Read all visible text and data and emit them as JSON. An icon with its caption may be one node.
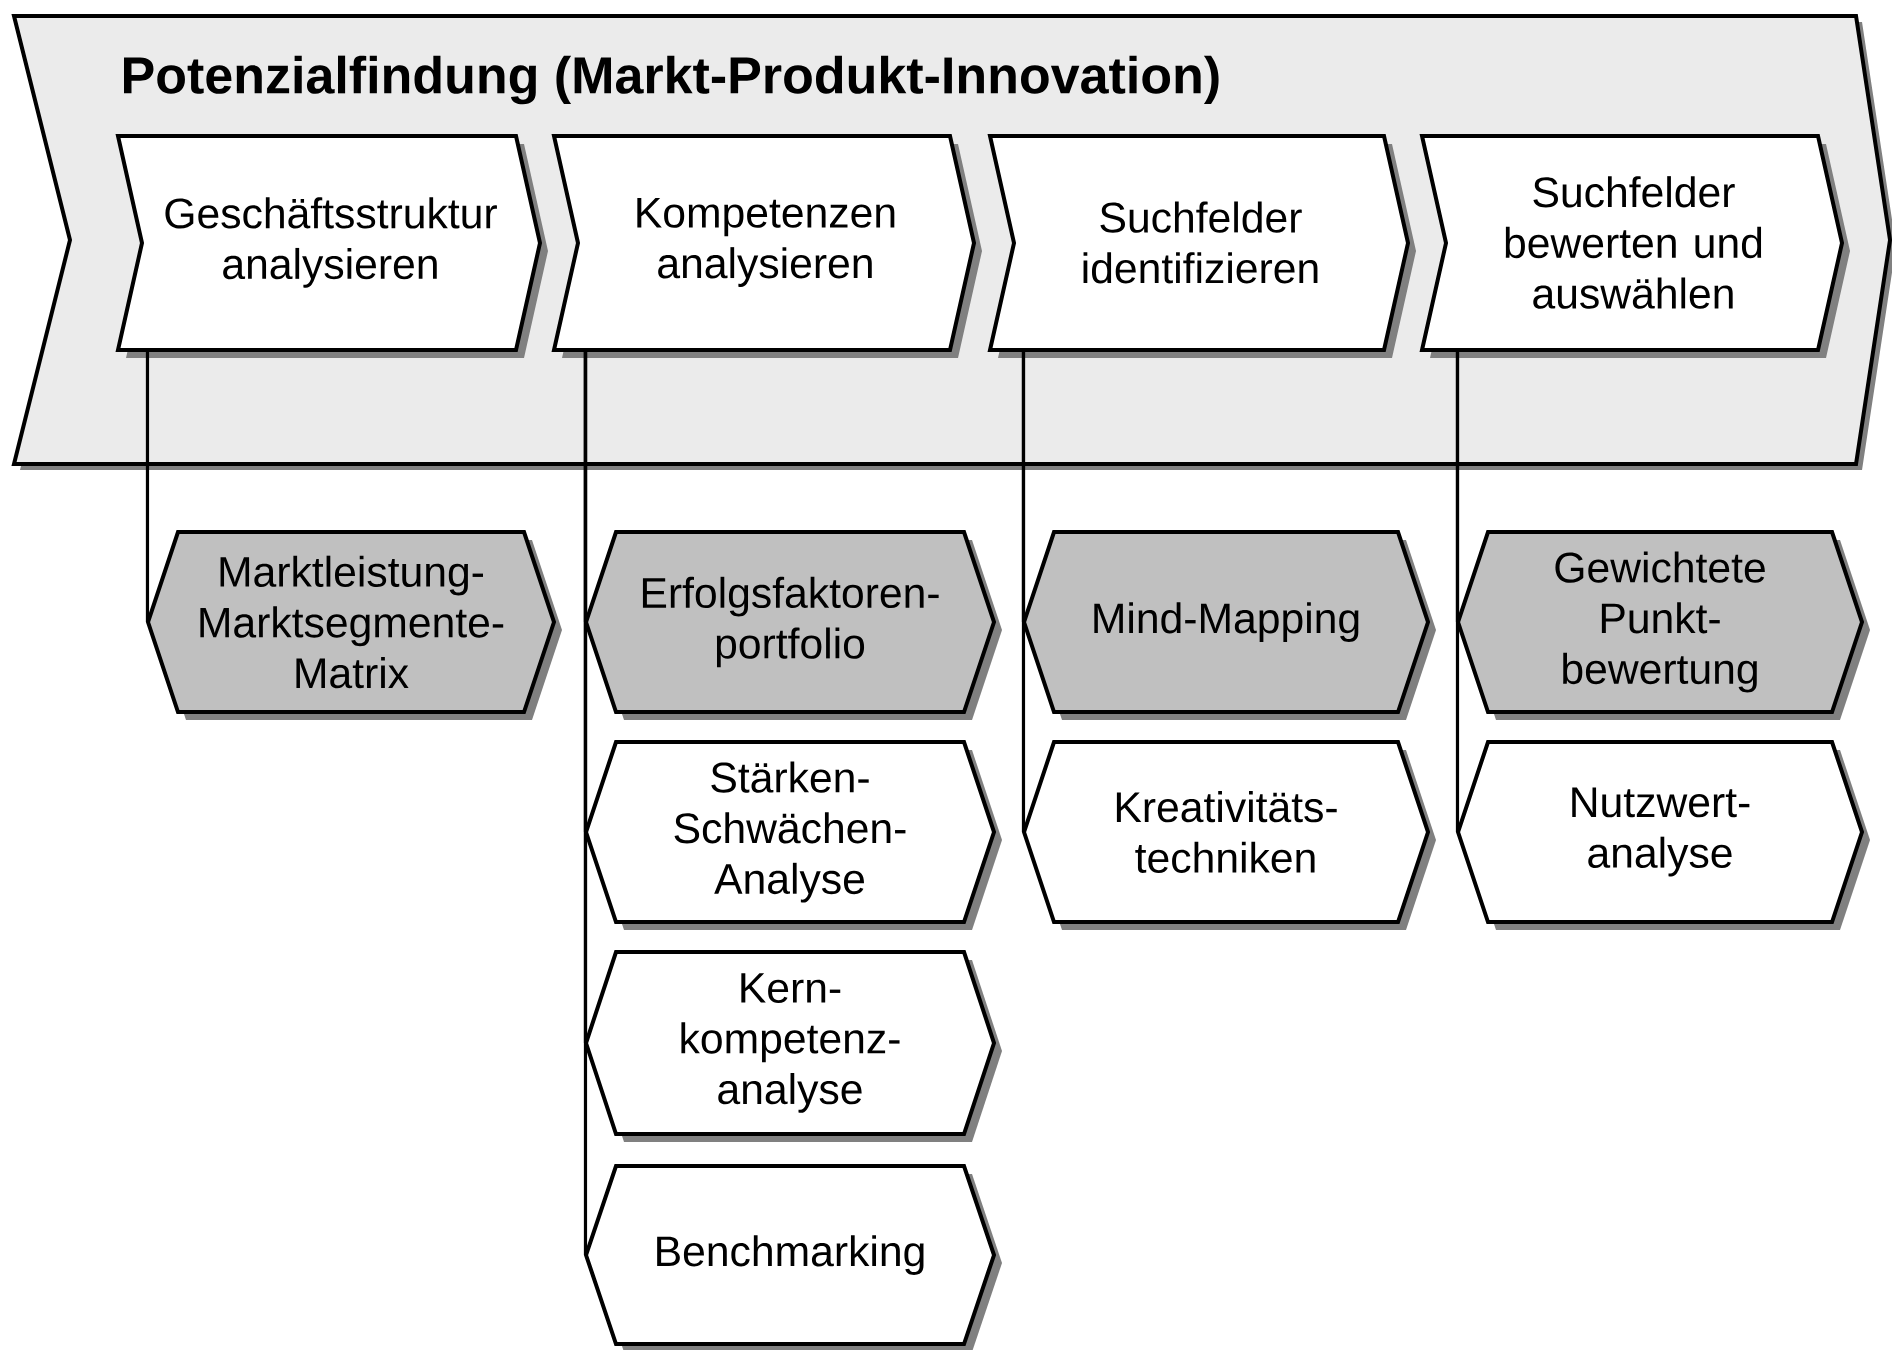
{
  "diagram": {
    "nodes": [
      {
        "text": [
          "Potenzialfindung (Markt-Produkt-Innovation)"
        ]
      },
      {
        "text": [
          "Geschäftsstruktur analysieren"
        ],
        "in": 0
      },
      {
        "text": [
          "Kompetenzen analysieren"
        ],
        "in": 0
      },
      {
        "text": [
          "Suchfelder identifizieren"
        ],
        "in": 0
      },
      {
        "text": [
          "Suchfelder bewerten und auswählen"
        ],
        "in": 0
      },
      {
        "text": [
          "Marktleistung-Marktsegmente-Matrix"
        ]
      },
      {
        "text": [
          "Erfolgsfaktoren-portfolio"
        ]
      },
      {
        "text": [
          "Stärken-Schwächen-Analyse"
        ]
      },
      {
        "text": [
          "Kern-kompetenz-analyse"
        ]
      },
      {
        "text": [
          "Benchmarking"
        ]
      },
      {
        "text": [
          "Mind-Mapping"
        ]
      },
      {
        "text": [
          "Kreativitäts-techniken"
        ]
      },
      {
        "text": [
          "Gewichtete Punkt-bewertung"
        ]
      },
      {
        "text": [
          "Nutzwert-analyse"
        ]
      }
    ],
    "edges": [
      {
        "from": 1,
        "to": 5,
        "arrow": "none"
      },
      {
        "from": 2,
        "to": 6,
        "arrow": "none"
      },
      {
        "from": 2,
        "to": 7,
        "arrow": "none"
      },
      {
        "from": 2,
        "to": 8,
        "arrow": "none"
      },
      {
        "from": 2,
        "to": 9,
        "arrow": "none"
      },
      {
        "from": 3,
        "to": 10,
        "arrow": "none"
      },
      {
        "from": 3,
        "to": 11,
        "arrow": "none"
      },
      {
        "from": 4,
        "to": 12,
        "arrow": "none"
      },
      {
        "from": 4,
        "to": 13,
        "arrow": "none"
      }
    ]
  }
}
